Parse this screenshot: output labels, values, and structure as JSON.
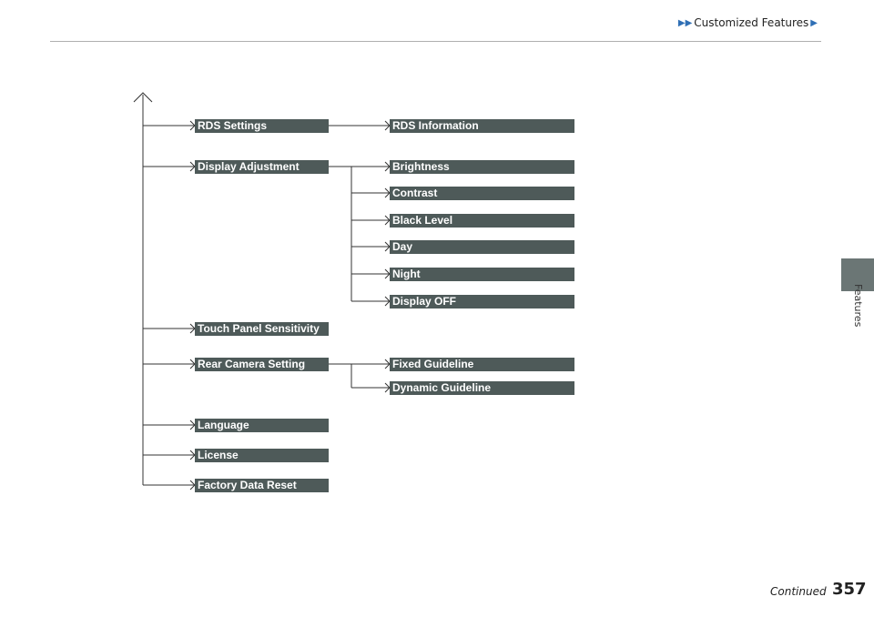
{
  "header": {
    "title": "Customized Features"
  },
  "side_tab": {
    "label": "Features"
  },
  "tree": {
    "level1": [
      {
        "label": "RDS Settings"
      },
      {
        "label": "Display Adjustment"
      },
      {
        "label": "Touch Panel Sensitivity"
      },
      {
        "label": "Rear Camera Setting"
      },
      {
        "label": "Language"
      },
      {
        "label": "License"
      },
      {
        "label": "Factory Data Reset"
      }
    ],
    "rds_children": [
      {
        "label": "RDS Information"
      }
    ],
    "display_children": [
      {
        "label": "Brightness"
      },
      {
        "label": "Contrast"
      },
      {
        "label": "Black Level"
      },
      {
        "label": "Day"
      },
      {
        "label": "Night"
      },
      {
        "label": "Display OFF"
      }
    ],
    "camera_children": [
      {
        "label": "Fixed Guideline"
      },
      {
        "label": "Dynamic Guideline"
      }
    ]
  },
  "footer": {
    "continued": "Continued",
    "page_number": "357"
  }
}
